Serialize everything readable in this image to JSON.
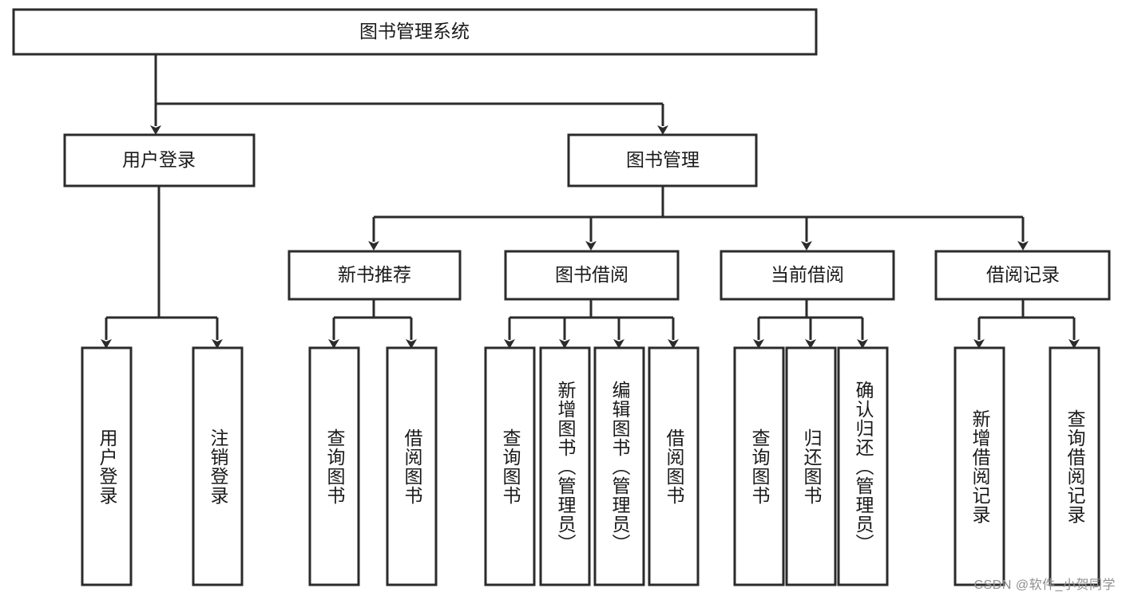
{
  "diagram": {
    "type": "tree-hierarchy-chart",
    "title": "图书管理系统",
    "root": {
      "label": "图书管理系统"
    },
    "level2": [
      {
        "label": "用户登录"
      },
      {
        "label": "图书管理"
      }
    ],
    "level3": [
      {
        "label": "新书推荐"
      },
      {
        "label": "图书借阅"
      },
      {
        "label": "当前借阅"
      },
      {
        "label": "借阅记录"
      }
    ],
    "leaves": {
      "user_login": [
        "用户登录",
        "注销登录"
      ],
      "new_book": [
        "查询图书",
        "借阅图书"
      ],
      "book_borrow": [
        "查询图书",
        "新增图书（管理员）",
        "编辑图书（管理员）",
        "借阅图书"
      ],
      "current_borrow": [
        "查询图书",
        "归还图书",
        "确认归还（管理员）"
      ],
      "borrow_record": [
        "新增借阅记录",
        "查询借阅记录"
      ]
    }
  },
  "watermark": {
    "text": "CSDN @软件_小贺同学"
  },
  "colors": {
    "stroke": "#2b2b2b",
    "fill": "#ffffff",
    "text": "#1a1a1a",
    "watermark": "#8f8f8f"
  }
}
